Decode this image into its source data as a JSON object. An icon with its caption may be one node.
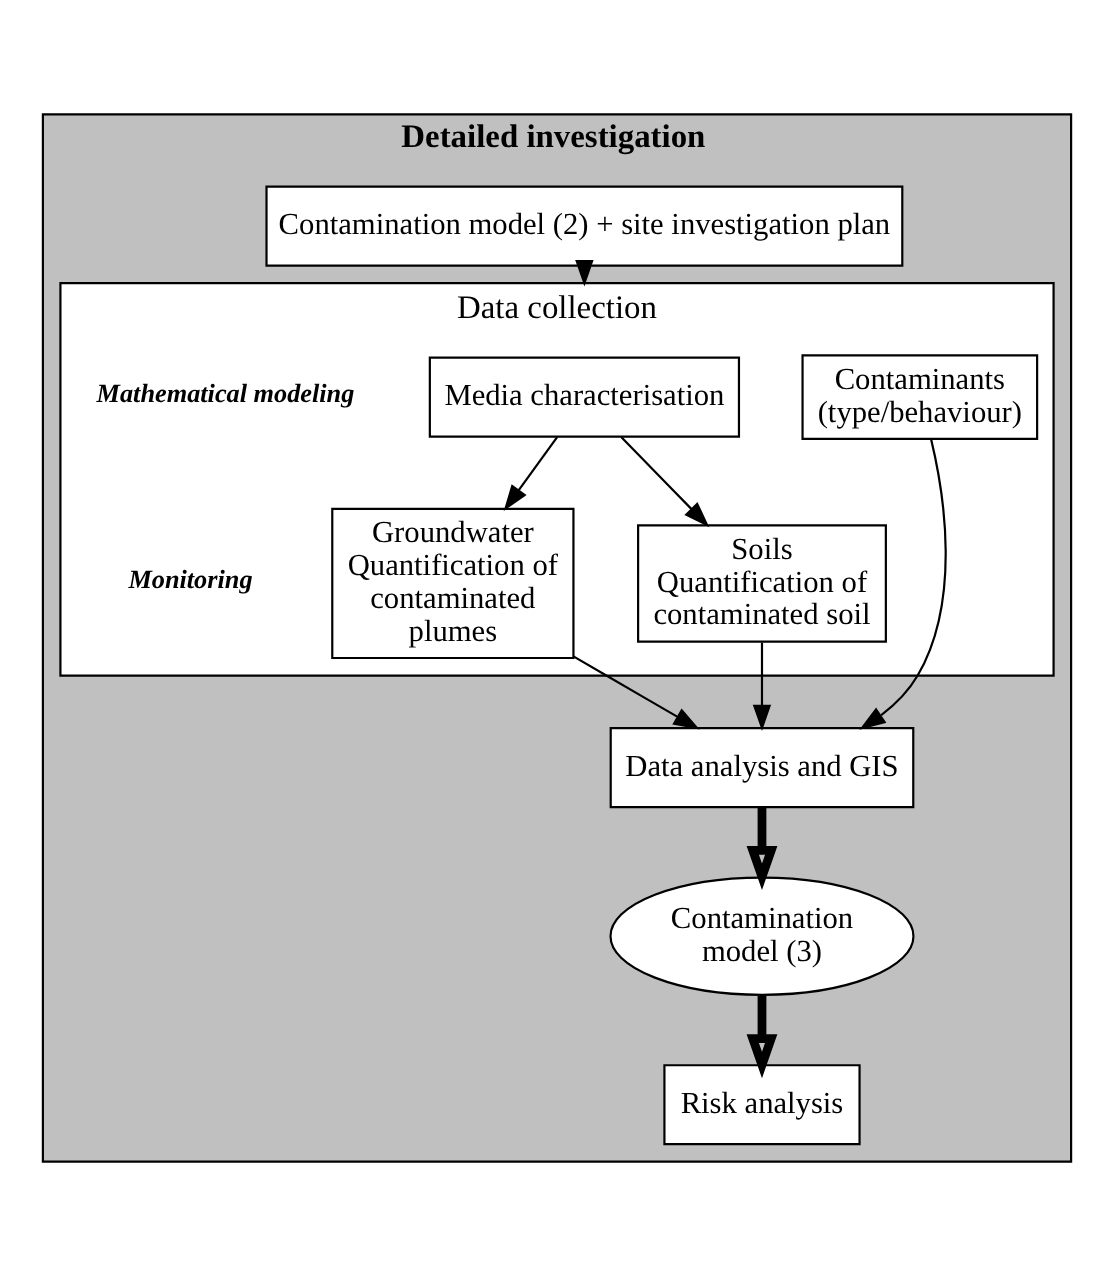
{
  "diagram": {
    "nodes": [
      {
        "text": [
          "Detailed investigation"
        ]
      },
      {
        "text": [
          "Contamination model (2) + site investigation plan"
        ],
        "in": 0
      },
      {
        "text": [
          "Data collection"
        ],
        "in": 0
      },
      {
        "text": [
          "Media characterisation"
        ],
        "in": 2
      },
      {
        "text": [
          "Contaminants (type/behaviour)"
        ],
        "in": 2
      },
      {
        "text": [
          "Groundwater",
          "Quantification of contaminated plumes"
        ],
        "in": 2
      },
      {
        "text": [
          "Soils",
          "Quantification of contaminated soil"
        ],
        "in": 2
      },
      {
        "text": [
          "Data analysis and GIS"
        ],
        "in": 0
      },
      {
        "text": [
          "Contamination model (3)"
        ],
        "in": 0
      },
      {
        "text": [
          "Risk analysis"
        ],
        "in": 0
      }
    ],
    "edges": [
      {
        "from": 1,
        "to": 2,
        "arrow": "to"
      },
      {
        "from": 3,
        "to": 5,
        "arrow": "to"
      },
      {
        "from": 3,
        "to": 6,
        "arrow": "to"
      },
      {
        "from": 5,
        "to": 7,
        "arrow": "to"
      },
      {
        "from": 6,
        "to": 7,
        "arrow": "to"
      },
      {
        "from": 4,
        "to": 7,
        "arrow": "to"
      },
      {
        "from": 7,
        "to": 8,
        "arrow": "to",
        "style": "thick"
      },
      {
        "from": 8,
        "to": 9,
        "arrow": "to",
        "style": "thick"
      }
    ],
    "labels": [
      "Mathematical modeling",
      "Monitoring"
    ]
  }
}
